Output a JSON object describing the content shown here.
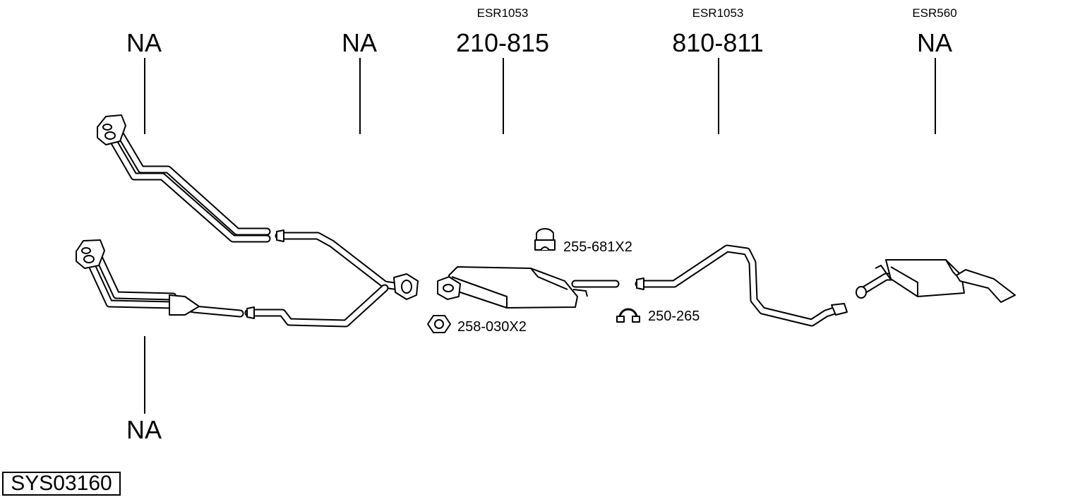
{
  "system_code": "SYS03160",
  "parts": [
    {
      "id": "front-pipe-upper",
      "number": "NA",
      "ref": ""
    },
    {
      "id": "intermediate-pipe",
      "number": "NA",
      "ref": ""
    },
    {
      "id": "center-silencer",
      "number": "210-815",
      "ref": "ESR1053"
    },
    {
      "id": "rear-pipe",
      "number": "810-811",
      "ref": "ESR1053"
    },
    {
      "id": "rear-silencer",
      "number": "NA",
      "ref": "ESR560"
    },
    {
      "id": "front-pipe-lower",
      "number": "NA",
      "ref": ""
    }
  ],
  "accessories": [
    {
      "id": "rubber-mount",
      "label": "255-681X2",
      "icon": "rubber-mount-icon"
    },
    {
      "id": "hex-nut",
      "label": "258-030X2",
      "icon": "hex-nut-icon"
    },
    {
      "id": "pipe-clamp",
      "label": "250-265",
      "icon": "pipe-clamp-icon"
    }
  ]
}
